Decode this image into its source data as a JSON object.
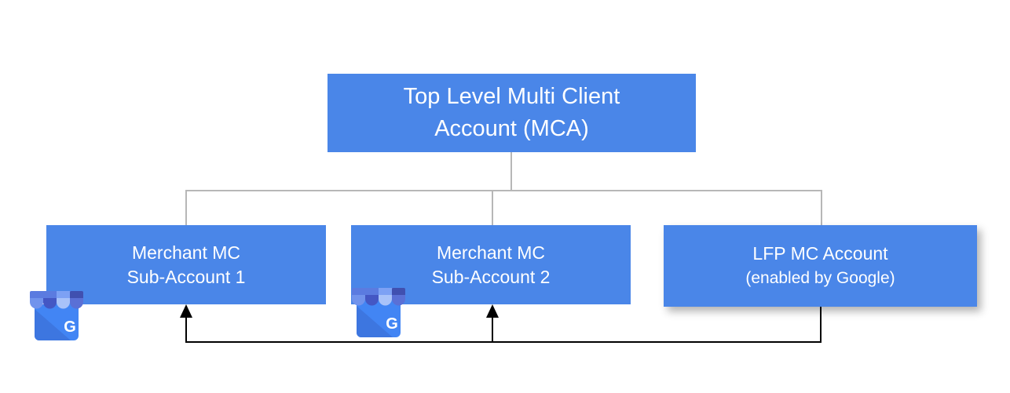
{
  "colors": {
    "box_blue": "#4a86e8",
    "text_white": "#ffffff",
    "connector_gray": "#b7b7b7",
    "arrow_black": "#000000",
    "icon_body_blue": "#4285f4",
    "icon_body_shade": "#3d76e0",
    "icon_band": [
      "#5b7be0",
      "#5b7be0",
      "#7da1f4",
      "#4050b0"
    ],
    "icon_scallops": [
      "#7193ec",
      "#4457c4",
      "#a8c2f9",
      "#5a70d6"
    ]
  },
  "nodes": {
    "mca": {
      "line1": "Top Level Multi Client",
      "line2": "Account (MCA)"
    },
    "sub1": {
      "line1": "Merchant MC",
      "line2": "Sub-Account 1"
    },
    "sub2": {
      "line1": "Merchant MC",
      "line2": "Sub-Account 2"
    },
    "lfp": {
      "line1": "LFP MC Account",
      "line2": "(enabled by Google)"
    }
  },
  "icons": {
    "g_letter": "G",
    "business_icon_name": "google-my-business-icon"
  },
  "edges": [
    {
      "from": "mca",
      "to": "sub1",
      "style": "gray-tree"
    },
    {
      "from": "mca",
      "to": "sub2",
      "style": "gray-tree"
    },
    {
      "from": "mca",
      "to": "lfp",
      "style": "gray-tree"
    },
    {
      "from": "lfp",
      "to": "sub1",
      "style": "black-arrow"
    },
    {
      "from": "lfp",
      "to": "sub2",
      "style": "black-arrow"
    }
  ]
}
